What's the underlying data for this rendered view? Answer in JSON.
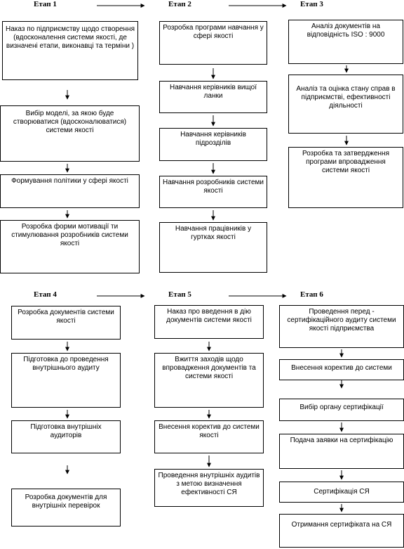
{
  "stages": [
    {
      "title": "Етап 1",
      "steps": [
        "Наказ по підприємству щодо створення (вдосконалення системи якості, де визначені етапи, виконавці та терміни )",
        "Вибір моделі, за якою буде створюватися (вдосконалюватися) системи якості",
        "Формування політики у сфері якості",
        "Розробка форми мотивації ти стимулювання розробників системи якості"
      ]
    },
    {
      "title": "Етап 2",
      "steps": [
        "Розробка програми навчання у сфері якості",
        "Навчання керівників вищої ланки",
        "Навчання керівників підрозділів",
        "Навчання розробників системи якості",
        "Навчання працівників у гуртках якості"
      ]
    },
    {
      "title": "Етап 3",
      "steps": [
        "Аналіз документів на відповідність ISO : 9000",
        "Аналіз та оцінка стану справ в підприємстві, ефективності діяльності",
        "Розробка та затвердження програми впровадження системи якості"
      ]
    },
    {
      "title": "Етап 4",
      "steps": [
        "Розробка документів системи якості",
        "Підготовка до проведення внутрішнього аудиту",
        "Підготовка внутрішніх аудиторів",
        "Розробка документів для внутрішніх перевірок"
      ]
    },
    {
      "title": "Етап 5",
      "steps": [
        "Наказ про введення в дію документів системи якості",
        "Вжиття заходів щодо впровадження документів та системи якості",
        "Внесення коректив до системи якості",
        "Проведення внутрішніх аудитів з метою визначення ефективності СЯ"
      ]
    },
    {
      "title": "Етап 6",
      "steps": [
        "Проведення перед - сертифікаційного аудиту системи якості підприємства",
        "Внесення коректив до системи",
        "Вибір органу сертифікації",
        "Подача заявки на сертифікацію",
        "Сертифікація СЯ",
        "Отримання сертифіката на СЯ"
      ]
    }
  ]
}
